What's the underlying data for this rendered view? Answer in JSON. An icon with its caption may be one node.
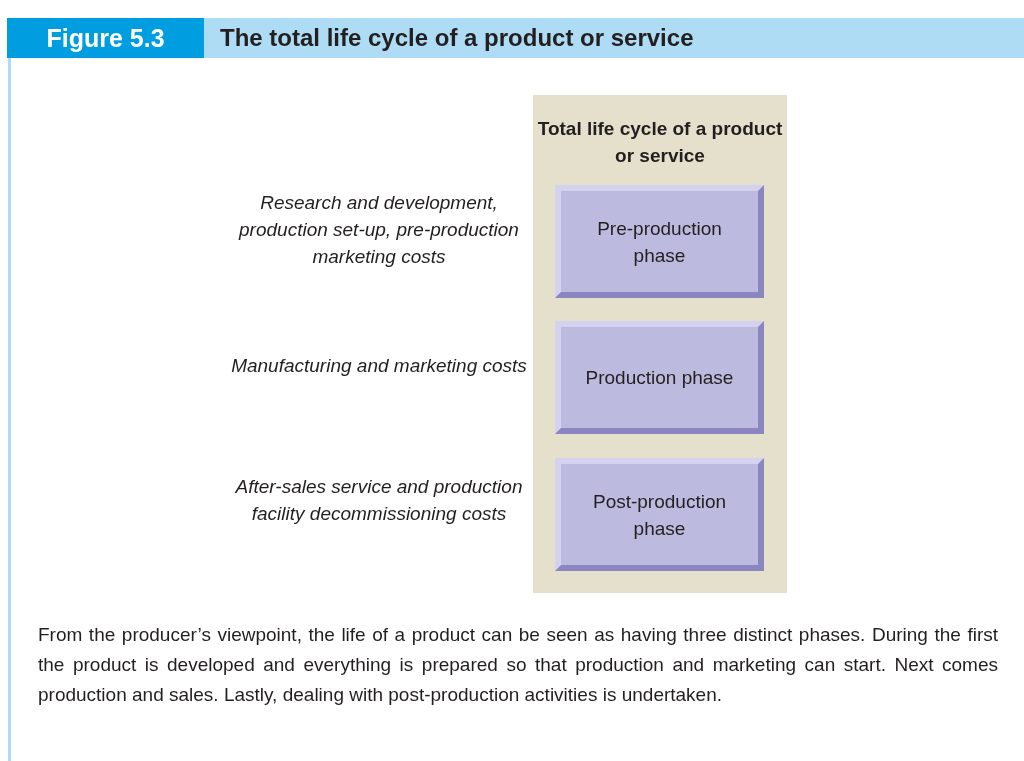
{
  "diagram": {
    "title": "The total life cycle of a product or service",
    "labels": [
      "Figure 5.3"
    ],
    "nodes": [
      {
        "text": [
          "Total life cycle of a product or service"
        ]
      },
      {
        "text": [
          "Pre-production phase"
        ],
        "in": 0,
        "beside": [
          "Research and development, production set-up, pre-production marketing costs"
        ]
      },
      {
        "text": [
          "Production phase"
        ],
        "in": 0,
        "beside": [
          "Manufacturing and marketing costs"
        ]
      },
      {
        "text": [
          "Post-production phase"
        ],
        "in": 0,
        "beside": [
          "After-sales service and production facility decommissioning costs"
        ]
      }
    ],
    "caption": "From the producer’s viewpoint, the life of a product can be seen as having three distinct phases. During the first the product is developed and everything is prepared so that production and marketing can start. Next comes production and sales. Lastly, dealing with post-production activities is undertaken."
  }
}
